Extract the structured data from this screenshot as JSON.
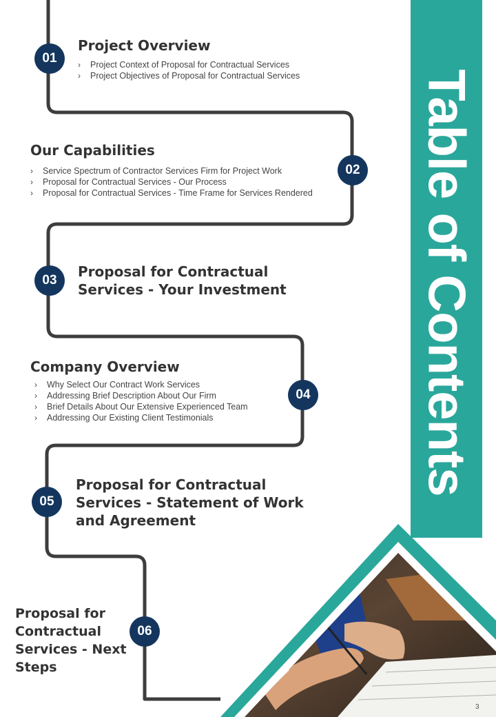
{
  "title": "Table of Contents",
  "page_number": "3",
  "colors": {
    "accent": "#2aa79b",
    "badge": "#14365e",
    "path": "#3d3d3d"
  },
  "sections": [
    {
      "number": "01",
      "heading": "Project Overview",
      "items": [
        "Project Context of Proposal for Contractual Services",
        "Project Objectives of Proposal for Contractual Services"
      ]
    },
    {
      "number": "02",
      "heading": "Our Capabilities",
      "items": [
        "Service Spectrum of Contractor Services Firm for Project Work",
        "Proposal for Contractual Services - Our Process",
        "Proposal for Contractual Services - Time Frame for Services Rendered"
      ]
    },
    {
      "number": "03",
      "heading_lines": [
        "Proposal for Contractual",
        "Services - Your Investment"
      ]
    },
    {
      "number": "04",
      "heading": "Company Overview",
      "items": [
        "Why Select Our Contract Work Services",
        "Addressing Brief Description About Our Firm",
        "Brief Details About Our Extensive Experienced Team",
        "Addressing Our Existing Client Testimonials"
      ]
    },
    {
      "number": "05",
      "heading_lines": [
        "Proposal for Contractual",
        "Services - Statement of Work",
        "and Agreement"
      ]
    },
    {
      "number": "06",
      "heading_lines": [
        "Proposal for",
        "Contractual",
        "Services - Next",
        "Steps"
      ]
    }
  ],
  "bullet_glyph": "›",
  "image": {
    "subject": "hand signing a contract document"
  }
}
